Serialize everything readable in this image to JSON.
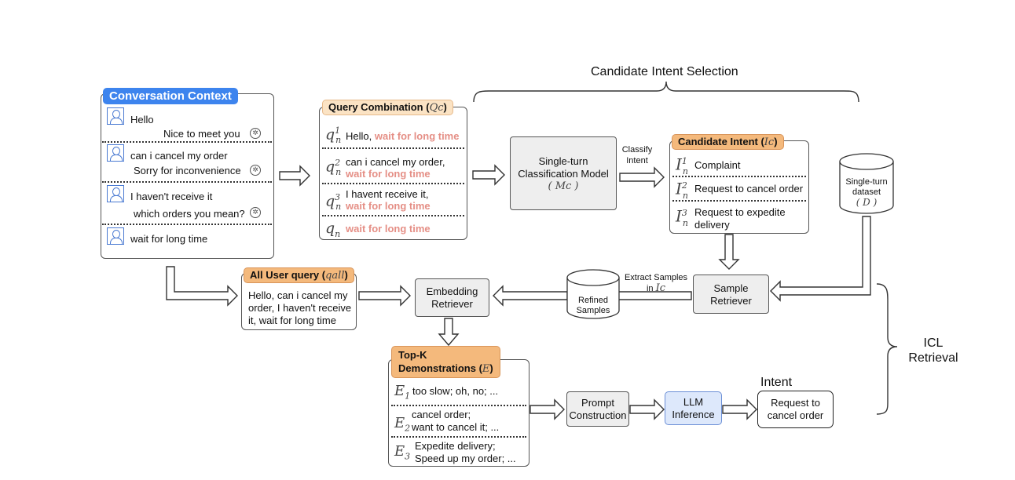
{
  "headers": {
    "candidate_intent_selection": "Candidate Intent Selection",
    "icl_retrieval_line1": "ICL",
    "icl_retrieval_line2": "Retrieval",
    "intent_label": "Intent"
  },
  "conversation_context": {
    "title": "Conversation Context",
    "turns": [
      {
        "user": "Hello",
        "bot": "Nice to meet you"
      },
      {
        "user": "can i cancel my order",
        "bot": "Sorry for  inconvenience"
      },
      {
        "user": "I haven't receive it",
        "bot": "which orders you mean?"
      },
      {
        "user": "wait for long time"
      }
    ]
  },
  "query_combination": {
    "title": "Query Combination (",
    "symbol": "Qc",
    "title_close": ")",
    "rows": [
      {
        "sym": "q",
        "sup": "1",
        "sub": "n",
        "text": "Hello, ",
        "highlight": "wait for long time"
      },
      {
        "sym": "q",
        "sup": "2",
        "sub": "n",
        "text": "can i cancel my order,",
        "highlight": "wait for long time"
      },
      {
        "sym": "q",
        "sup": "3",
        "sub": "n",
        "text": "I havent receive it,",
        "highlight": "wait for long time"
      },
      {
        "sym": "q",
        "sup": "",
        "sub": "n",
        "text": "",
        "highlight": "wait for long time"
      }
    ]
  },
  "classification_model": {
    "line1": "Single-turn",
    "line2": "Classification Model",
    "symbol": "( Mc )"
  },
  "classify_intent": {
    "line1": "Classify",
    "line2": "Intent"
  },
  "candidate_intent": {
    "title": "Candidate Intent (",
    "symbol": "Ic",
    "title_close": ")",
    "rows": [
      {
        "sym": "I",
        "sup": "1",
        "sub": "n",
        "text": "Complaint"
      },
      {
        "sym": "I",
        "sup": "2",
        "sub": "n",
        "text": "Request to cancel order"
      },
      {
        "sym": "I",
        "sup": "3",
        "sub": "n",
        "text_line1": "Request to expedite",
        "text_line2": "delivery"
      }
    ]
  },
  "single_turn_dataset": {
    "line1": "Single-turn",
    "line2": "dataset",
    "symbol": "( D )"
  },
  "all_user_query": {
    "title": "All User query (",
    "symbol": "qall",
    "title_close": ")",
    "lines": [
      "Hello, can i cancel my",
      "order, I haven't receive",
      "it, wait for long time"
    ]
  },
  "embedding_retriever": {
    "line1": "Embedding",
    "line2": "Retriever"
  },
  "refined_samples": {
    "line1": "Refined",
    "line2": "Samples"
  },
  "extract_samples": {
    "line1": "Extract Samples",
    "line2": "in",
    "symbol": "Ic"
  },
  "sample_retriever": {
    "line1": "Sample",
    "line2": "Retriever"
  },
  "top_k": {
    "title_line1": "Top-K",
    "title_line2": "Demonstrations (",
    "symbol": "E",
    "title_close": ")",
    "rows": [
      {
        "sym": "E",
        "sub": "1",
        "text_line1": "too slow; oh, no; ...",
        "text_line2": ""
      },
      {
        "sym": "E",
        "sub": "2",
        "text_line1": "cancel order;",
        "text_line2": "want to cancel it; ..."
      },
      {
        "sym": "E",
        "sub": "3",
        "text_line1": "Expedite delivery;",
        "text_line2": "Speed up my order; ..."
      }
    ]
  },
  "prompt_construction": {
    "line1": "Prompt",
    "line2": "Construction"
  },
  "llm_inference": {
    "line1": "LLM",
    "line2": "Inference"
  },
  "intent_output": {
    "line1": "Request to",
    "line2": "cancel order"
  }
}
